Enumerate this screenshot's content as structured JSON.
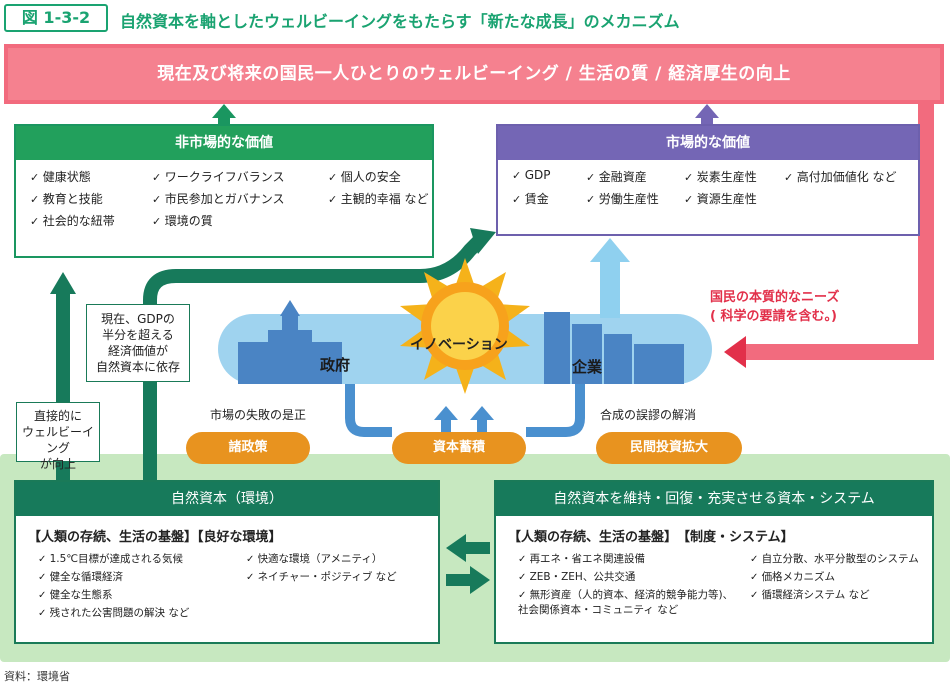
{
  "header": {
    "figure_number": "図 1-3-2",
    "title": "自然資本を軸としたウェルビーイングをもたらす「新たな成長」のメカニズム"
  },
  "banner": {
    "text": "現在及び将来の国民一人ひとりのウェルビーイング / 生活の質 / 経済厚生の向上"
  },
  "non_market": {
    "title": "非市場的な価値",
    "items": [
      "健康状態",
      "ワークライフバランス",
      "個人の安全",
      "教育と技能",
      "市民参加とガバナンス",
      "主観的幸福 など",
      "社会的な紐帯",
      "環境の質"
    ]
  },
  "market": {
    "title": "市場的な価値",
    "items": [
      "GDP",
      "金融資産",
      "炭素生産性",
      "高付加価値化 など",
      "賃金",
      "労働生産性",
      "資源生産性"
    ]
  },
  "callouts": {
    "gdp": "現在、GDPの半分を超える経済価値が自然資本に依存",
    "gdp_lines": [
      "現在、GDPの",
      "半分を超える",
      "経済価値が",
      "自然資本に依存"
    ],
    "direct_lines": [
      "直接的に",
      "ウェルビーイング",
      "が向上"
    ]
  },
  "center": {
    "government": "政府",
    "innovation": "イノベーション",
    "company": "企業",
    "needs_lines": [
      "国民の本質的なニーズ",
      "( 科学の要請を含む。)"
    ],
    "market_failure": "市場の失敗の是正",
    "composition": "合成の誤謬の解消"
  },
  "pills": {
    "policy": "諸政策",
    "capital": "資本蓄積",
    "private": "民間投資拡大"
  },
  "natural_capital": {
    "title": "自然資本（環境）",
    "subhead": "【人類の存続、生活の基盤】【良好な環境】",
    "items": [
      "1.5℃目標が達成される気候",
      "快適な環境（アメニティ）",
      "健全な循環経済",
      "ネイチャー・ポジティブ など",
      "健全な生態系",
      "",
      "残された公害問題の解決 など",
      ""
    ]
  },
  "system": {
    "title": "自然資本を維持・回復・充実させる資本・システム",
    "subhead": "【人類の存続、生活の基盤】　【制度・システム】",
    "items": [
      "再エネ・省エネ関連設備",
      "自立分散、水平分散型のシステム",
      "ZEB・ZEH、公共交通",
      "価格メカニズム",
      "無形資産（人的資本、経済的競争能力等)、社会関係資本・コミュニティ など",
      "循環経済システム など"
    ]
  },
  "source": "資料：環境省",
  "colors": {
    "green": "#1aa371",
    "pink": "#f26b7e",
    "purple": "#7466b5",
    "orange": "#e8931f",
    "red": "#e2304a",
    "teal": "#177a5b"
  }
}
